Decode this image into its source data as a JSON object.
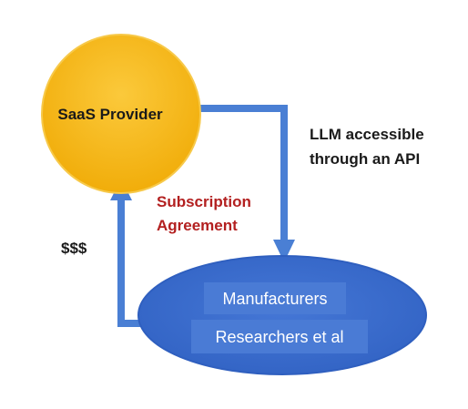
{
  "provider": {
    "label": "SaaS Provider"
  },
  "users": {
    "manufacturers": "Manufacturers",
    "researchers": "Researchers et al"
  },
  "flows": {
    "api_line1": "LLM accessible",
    "api_line2": "through an API",
    "agreement_line1": "Subscription",
    "agreement_line2": "Agreement",
    "payment": "$$$"
  },
  "colors": {
    "provider_fill": "#f5b70f",
    "provider_edge": "#f7c94a",
    "users_fill": "#3b6ccc",
    "users_edge": "#2f5fbf",
    "users_label_box": "#4a7bd5",
    "arrow": "#4a7fd4",
    "flow_text": "#1a1a1a",
    "agreement_text": "#b32020",
    "users_text": "#ffffff"
  }
}
